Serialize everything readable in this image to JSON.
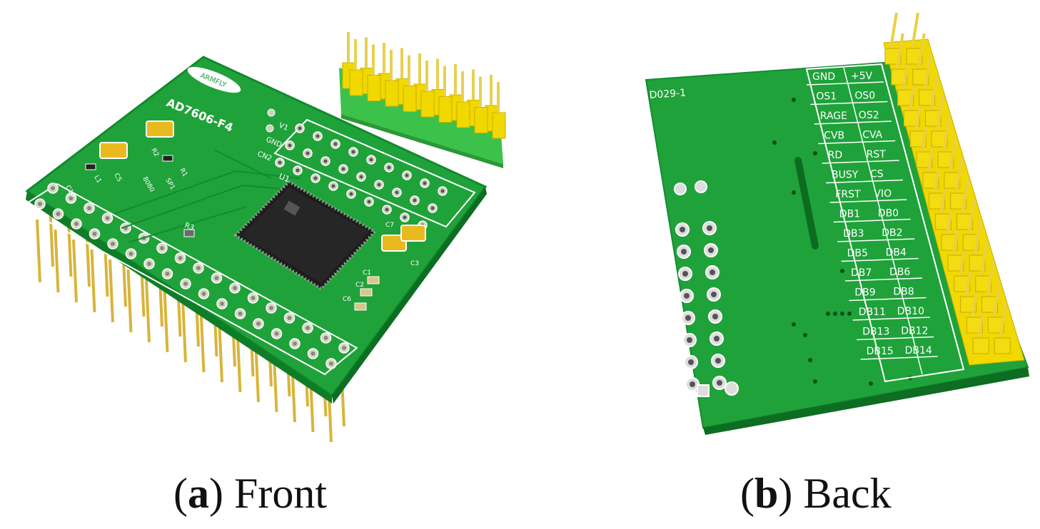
{
  "front": {
    "board_label": "AD7606-F4",
    "logo_text": "ARMFLY",
    "silk_labels": [
      "V1",
      "GND",
      "CN2",
      "U1",
      "R3",
      "C1",
      "C2",
      "C3",
      "C5",
      "C6",
      "C7",
      "R1",
      "R2",
      "SP1",
      "8080",
      "C10",
      "L1"
    ],
    "caption": {
      "open": "(",
      "letter": "a",
      "close": ")",
      "text": " Front"
    }
  },
  "back": {
    "board_label": "D029-1",
    "pin_labels_left": [
      "GND",
      "OS1",
      "RAGE",
      "CVB",
      "RD",
      "BUSY",
      "FRST",
      "DB1",
      "DB3",
      "DB5",
      "DB7",
      "DB9",
      "DB11",
      "DB13",
      "DB15"
    ],
    "pin_labels_right": [
      "+5V",
      "OS0",
      "OS2",
      "CVA",
      "RST",
      "CS",
      "VIO",
      "DB0",
      "DB2",
      "DB4",
      "DB6",
      "DB8",
      "DB10",
      "DB12",
      "DB14"
    ],
    "caption": {
      "open": "(",
      "letter": "b",
      "close": ")",
      "text": " Back"
    }
  },
  "colors": {
    "pcb_green": "#1fa23a",
    "pcb_dark": "#0e7a25",
    "header_yellow": "#f1d800",
    "header_green": "#3cc24a",
    "pin_gold": "#d8b43a"
  }
}
